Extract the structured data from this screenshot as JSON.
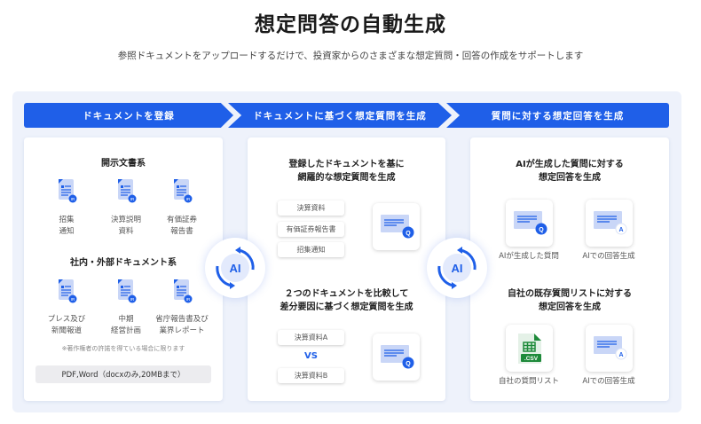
{
  "title": "想定問答の自動生成",
  "subtitle": "参照ドキュメントをアップロードするだけで、投資家からのさまざまな想定質問・回答の作成をサポートします",
  "steps": [
    "ドキュメントを登録",
    "ドキュメントに基づく想定質問を生成",
    "質問に対する想定回答を生成"
  ],
  "col1": {
    "section1": {
      "heading": "開示文書系",
      "docs": [
        [
          "招集",
          "通知"
        ],
        [
          "決算説明",
          "資料"
        ],
        [
          "有価証券",
          "報告書"
        ]
      ]
    },
    "section2": {
      "heading": "社内・外部ドキュメント系",
      "docs": [
        [
          "プレス及び",
          "新聞報道"
        ],
        [
          "中期",
          "経営計画"
        ],
        [
          "省庁報告書及び",
          "業界レポート"
        ]
      ]
    },
    "note": "※著作権者の許諾を得ている場合に限ります",
    "formats": "PDF,Word（docxのみ,20MBまで）",
    "doc_badge": "IR"
  },
  "col2": {
    "block1": {
      "heading": [
        "登録したドキュメントを基に",
        "網羅的な想定質問を生成"
      ],
      "pills": [
        "決算資料",
        "有価証券報告書",
        "招集通知"
      ],
      "badge": "Q"
    },
    "block2": {
      "heading": [
        "２つのドキュメントを比較して",
        "差分要因に基づく想定質問を生成"
      ],
      "pills": [
        "決算資料A",
        "決算資料B"
      ],
      "vs": "VS",
      "badge": "Q"
    }
  },
  "col3": {
    "block1": {
      "heading": [
        "AIが生成した質問に対する",
        "想定回答を生成"
      ],
      "items": [
        {
          "label": "AIが生成した質問",
          "badge": "Q"
        },
        {
          "label": "AIでの回答生成",
          "badge": "A"
        }
      ]
    },
    "block2": {
      "heading": [
        "自社の既存質問リストに対する",
        "想定回答を生成"
      ],
      "items": [
        {
          "label": "自社の質問リスト",
          "badge": ".CSV"
        },
        {
          "label": "AIでの回答生成",
          "badge": "A"
        }
      ]
    }
  },
  "ai_label": "AI",
  "colors": {
    "primary": "#1f5fe8",
    "panel": "#eef2fb",
    "doc": "#c9d6f7",
    "csv": "#1e8a3a"
  }
}
